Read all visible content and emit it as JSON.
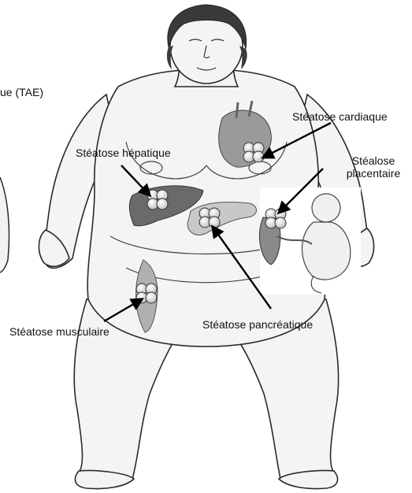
{
  "labels": {
    "tae_partial": "ue (TAE)",
    "cardiaque": "Stéatose cardiaque",
    "hepatique": "Stéatose hépatique",
    "placentaire_line1": "Stéalose",
    "placentaire_line2": "placentaire",
    "musculaire": "Stéatose musculaire",
    "pancreatique": "Stéatose pancréatique"
  },
  "colors": {
    "skin": "#f4f4f4",
    "outline": "#2a2a2a",
    "hair": "#3a3a3a",
    "liver": "#6a6a6a",
    "pancreas": "#c8c8c8",
    "heart": "#9a9a9a",
    "muscle": "#b0b0b0",
    "arrow": "#000000"
  }
}
